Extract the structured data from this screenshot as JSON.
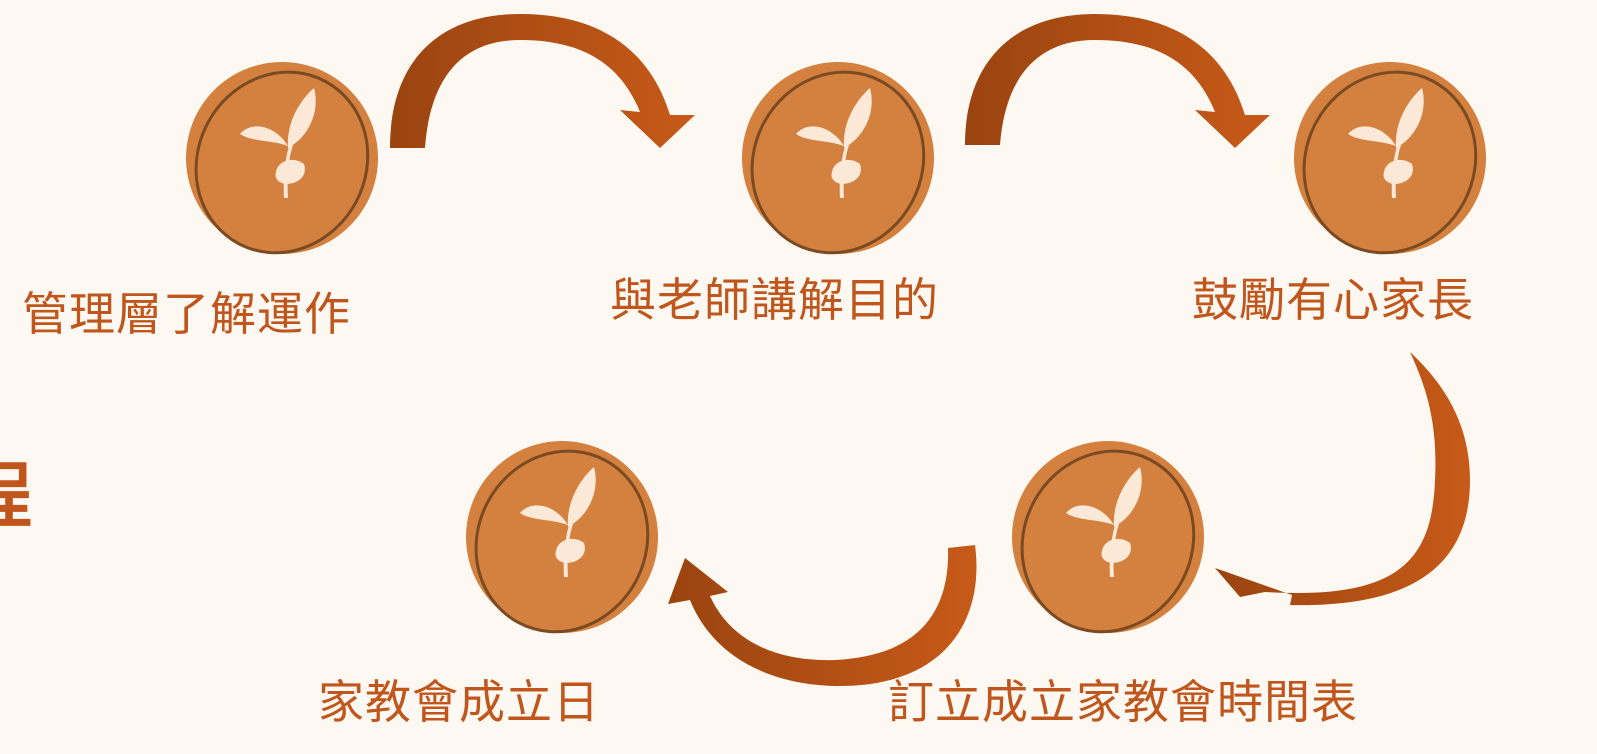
{
  "steps": [
    {
      "id": "step-1",
      "label": "管理層了解運作"
    },
    {
      "id": "step-2",
      "label": "與老師講解目的"
    },
    {
      "id": "step-3",
      "label": "鼓勵有心家長"
    },
    {
      "id": "step-4",
      "label": "訂立成立家教會時間表"
    },
    {
      "id": "step-5",
      "label": "家教會成立日"
    }
  ],
  "edge_fragment": "程",
  "colors": {
    "background": "#fdf9f2",
    "text": "#c0561c",
    "node_fill": "#d4813f",
    "node_outline": "#7a4a22",
    "sprout": "#fbe8d6",
    "arrow_dark": "#9a4410",
    "arrow_light": "#c75a18"
  },
  "icons": {
    "node": "sprout-icon",
    "connector": "curved-arrow-icon"
  }
}
